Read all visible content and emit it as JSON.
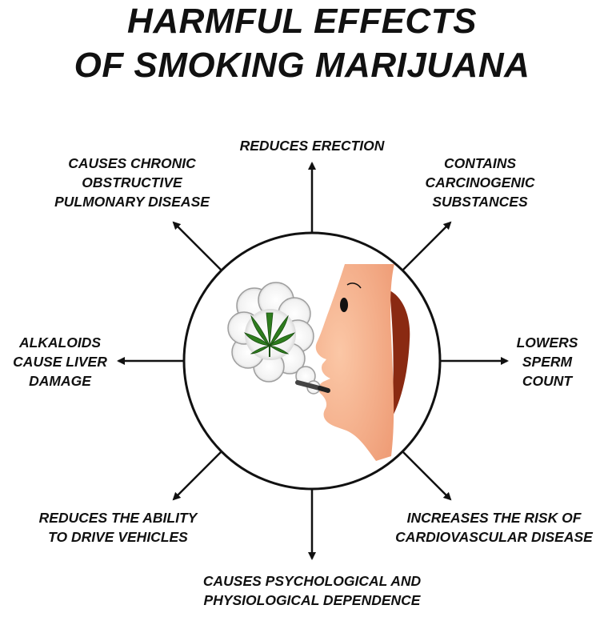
{
  "title": {
    "line1": "HARMFUL EFFECTS",
    "line2": "OF SMOKING MARIJUANA"
  },
  "effects": {
    "top": {
      "lines": [
        "REDUCES ERECTION"
      ]
    },
    "top_right": {
      "lines": [
        "CONTAINS",
        "CARCINOGENIC",
        "SUBSTANCES"
      ]
    },
    "right": {
      "lines": [
        "LOWERS",
        "SPERM",
        "COUNT"
      ]
    },
    "bottom_right": {
      "lines": [
        "INCREASES THE RISK OF",
        "CARDIOVASCULAR DISEASE"
      ]
    },
    "bottom": {
      "lines": [
        "CAUSES PSYCHOLOGICAL AND",
        "PHYSIOLOGICAL DEPENDENCE"
      ]
    },
    "bottom_left": {
      "lines": [
        "REDUCES THE ABILITY",
        "TO DRIVE VEHICLES"
      ]
    },
    "left": {
      "lines": [
        "ALKALOIDS",
        "CAUSE LIVER",
        "DAMAGE"
      ]
    },
    "top_left": {
      "lines": [
        "CAUSES CHRONIC",
        "OBSTRUCTIVE",
        "PULMONARY DISEASE"
      ]
    }
  },
  "colors": {
    "skin": "#f7b28f",
    "hair": "#8a2a12",
    "leaf": "#2e7d1e",
    "text": "#111111"
  }
}
